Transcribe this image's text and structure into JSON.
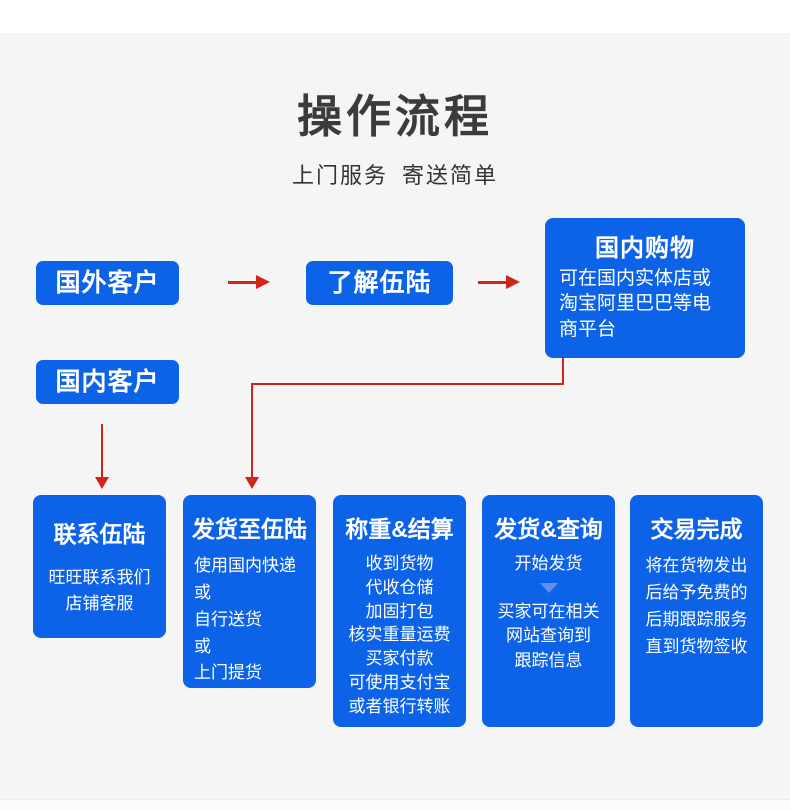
{
  "page": {
    "title": "操作流程",
    "subtitle": "上门服务 寄送简单"
  },
  "flow": {
    "overseas_customer": "国外客户",
    "learn": "了解伍陆",
    "domestic_customer": "国内客户",
    "domestic_shopping": {
      "title": "国内购物",
      "body": "可在国内实体店或淘宝阿里巴巴等电商平台"
    }
  },
  "steps": [
    {
      "title": "联系伍陆",
      "lines": [
        "旺旺联系我们",
        "店铺客服"
      ]
    },
    {
      "title": "发货至伍陆",
      "lines": [
        "使用国内快递",
        "或",
        "自行送货",
        "或",
        "上门提货"
      ]
    },
    {
      "title": "称重&结算",
      "lines": [
        "收到货物",
        "代收仓储",
        "加固打包",
        "核实重量运费",
        "买家付款",
        "可使用支付宝",
        "或者银行转账"
      ]
    },
    {
      "title": "发货&查询",
      "lines": [
        "开始发货"
      ],
      "lines2": [
        "买家可在相关",
        "网站查询到",
        "跟踪信息"
      ]
    },
    {
      "title": "交易完成",
      "lines": [
        "将在货物发出",
        "后给予免费的",
        "后期跟踪服务",
        "直到货物签收"
      ]
    }
  ],
  "icons": {
    "right_arrow": "arrow-right-icon",
    "down_arrow": "arrow-down-icon",
    "separator": "triangle-down-icon"
  },
  "colors": {
    "box_blue": "#0d63e8",
    "arrow_red": "#d1251c",
    "page_background": "#f5f5f6",
    "top_band": "#ffffff",
    "title_text": "#3b3b3b",
    "separator_triangle": "#5e93ea"
  }
}
